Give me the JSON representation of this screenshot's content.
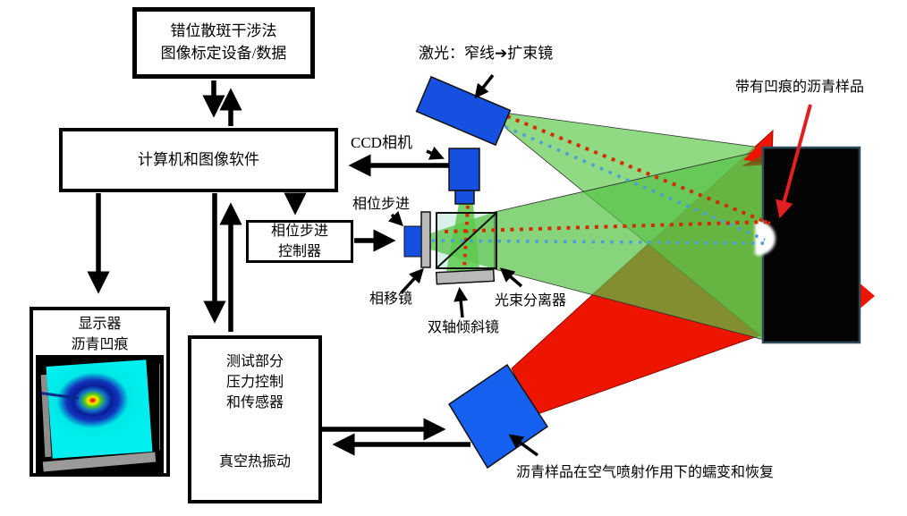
{
  "boxes": {
    "calibration": {
      "line1": "错位散斑干涉法",
      "line2": "图像标定设备/数据"
    },
    "computer": {
      "label": "计算机和图像软件"
    },
    "controller": {
      "line1": "相位步进",
      "line2": "控制器"
    },
    "monitor": {
      "line1": "显示器",
      "line2": "沥青凹痕"
    },
    "test": {
      "line1": "测试部分",
      "line2": "压力控制",
      "line3": "和传感器",
      "line4": "真空热振动"
    }
  },
  "labels": {
    "ccd_camera": "CCD相机",
    "phase_step": "相位步进",
    "laser": "激光：窄线➔扩束镜",
    "sample": "带有凹痕的沥青样品",
    "phase_mirror": "相移镜",
    "beam_splitter": "光束分离器",
    "tilt_mirror": "双轴倾斜镜",
    "airjet_caption": "沥青样品在空气喷射作用下的蠕变和恢复"
  },
  "colors": {
    "device_blue": "#1550e0",
    "beam_green": "#55c246",
    "beam_red": "#ee1500",
    "dotted_red": "#d42b00",
    "dotted_blue": "#4a9fd8",
    "mirror_gray": "#b9b9b9",
    "cube_cyan": "#d8f2ea",
    "sample_black": "#000000",
    "arrow_black": "#000000",
    "pointer_red": "#e02020"
  }
}
